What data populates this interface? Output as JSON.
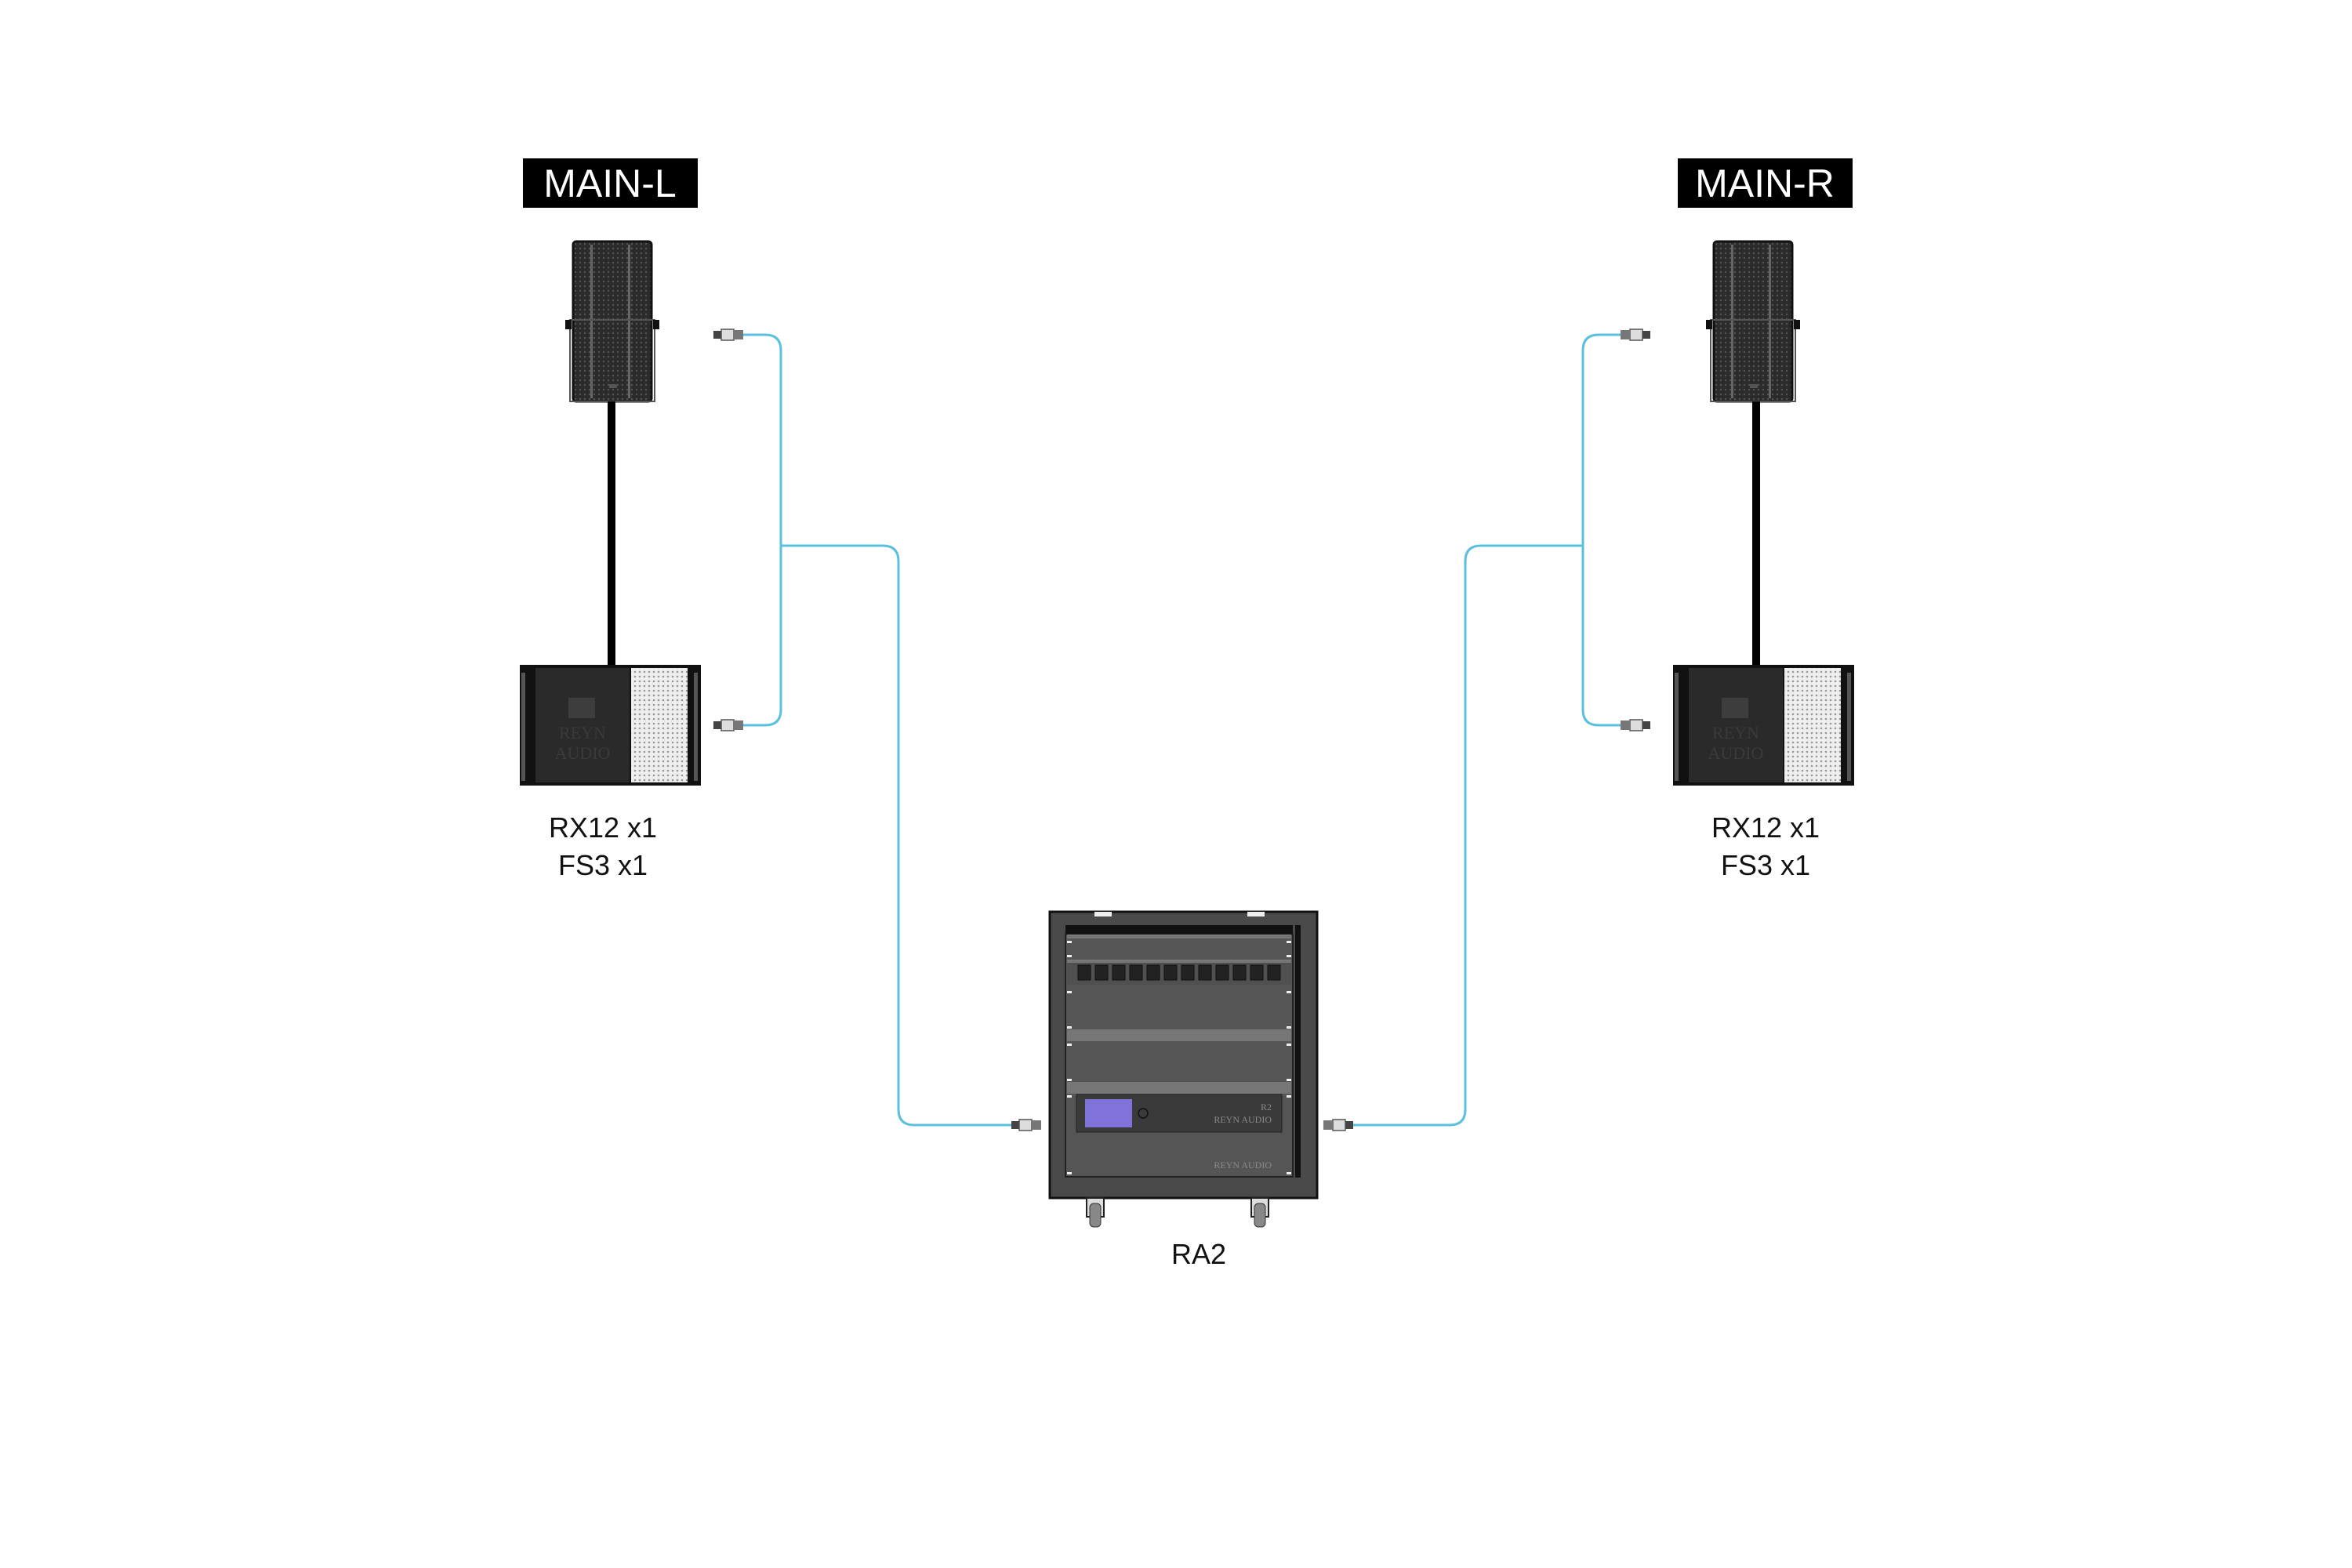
{
  "zones": [
    {
      "title": "MAIN-L",
      "items": [
        "RX12 x1",
        "FS3 x1"
      ],
      "logo": [
        "REYN",
        "AUDIO"
      ]
    },
    {
      "title": "MAIN-R",
      "items": [
        "RX12 x1",
        "FS3 x1"
      ],
      "logo": [
        "REYN",
        "AUDIO"
      ]
    }
  ],
  "rack": {
    "label": "RA2",
    "amp_model": "R2",
    "brand": "REYN AUDIO"
  },
  "colors": {
    "cable": "#5bc0de",
    "label_bg": "#000000",
    "rack": "#4a4a4a"
  }
}
